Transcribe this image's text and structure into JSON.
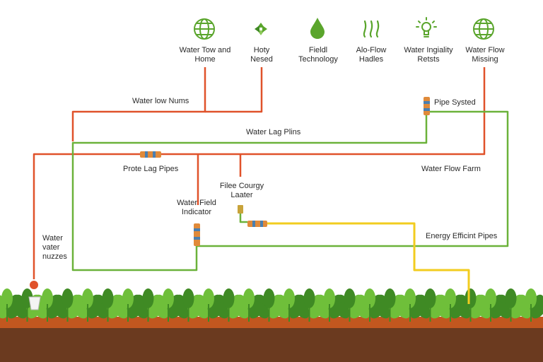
{
  "colors": {
    "red_pipe": "#e0522a",
    "green_pipe": "#6bb23a",
    "yellow_pipe": "#f2cc1f",
    "icon_green": "#5aa52c",
    "soil": "#6b3a1f",
    "soil_top": "#c2571f",
    "leaf_dark": "#3f8a24",
    "leaf_light": "#6fbf3a"
  },
  "header": {
    "items": [
      {
        "icon": "globe-icon",
        "label": "Water Tow and\nHome"
      },
      {
        "icon": "arrows-icon",
        "label": "Hoty\nNesed"
      },
      {
        "icon": "water-drop-icon",
        "label": "Fieldl\nTechnology"
      },
      {
        "icon": "heat-waves-icon",
        "label": "Alo-Flow\nHadles"
      },
      {
        "icon": "lightbulb-icon",
        "label": "Water Ingiality\nRetsts"
      },
      {
        "icon": "globe-icon",
        "label": "Water Flow\nMissing"
      }
    ]
  },
  "labels": {
    "water_low_nums": "Water low Nums",
    "pipe_systed": "Pipe Systed",
    "water_lag_plins": "Water Lag Plins",
    "prote_lag_pipes": "Prote Lag Pipes",
    "water_flow_farm": "Water Flow Farm",
    "filee_courgy_laater": "Filee Courgy\nLaater",
    "water_field_indicator": "Water Field\nIndicator",
    "energy_efficint_pipes": "Energy Efficint Pipes",
    "water_nuzzes": "Water\nvater\nnuzzes"
  }
}
